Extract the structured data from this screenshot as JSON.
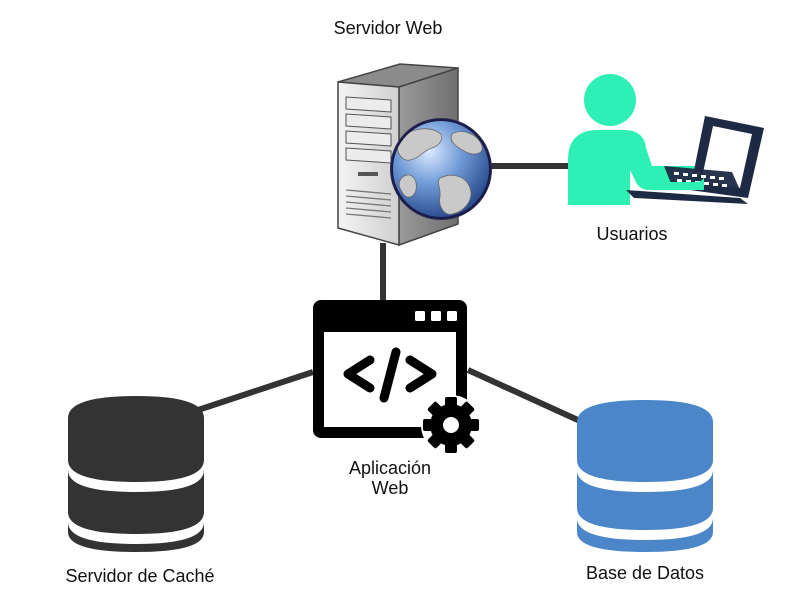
{
  "nodes": {
    "web_server": {
      "label": "Servidor Web",
      "icon": "server-with-globe-icon"
    },
    "users": {
      "label": "Usuarios",
      "icon": "user-at-laptop-icon"
    },
    "web_app": {
      "label_line1": "Aplicación",
      "label_line2": "Web",
      "icon": "code-window-gear-icon"
    },
    "cache_server": {
      "label": "Servidor de Caché",
      "icon": "database-icon"
    },
    "database": {
      "label": "Base de Datos",
      "icon": "database-icon"
    }
  },
  "colors": {
    "connector": "#333333",
    "user": "#2ef0b4",
    "laptop": "#1e2a44",
    "cache_db": "#333333",
    "database": "#4a86c8",
    "app_window": "#000000"
  }
}
